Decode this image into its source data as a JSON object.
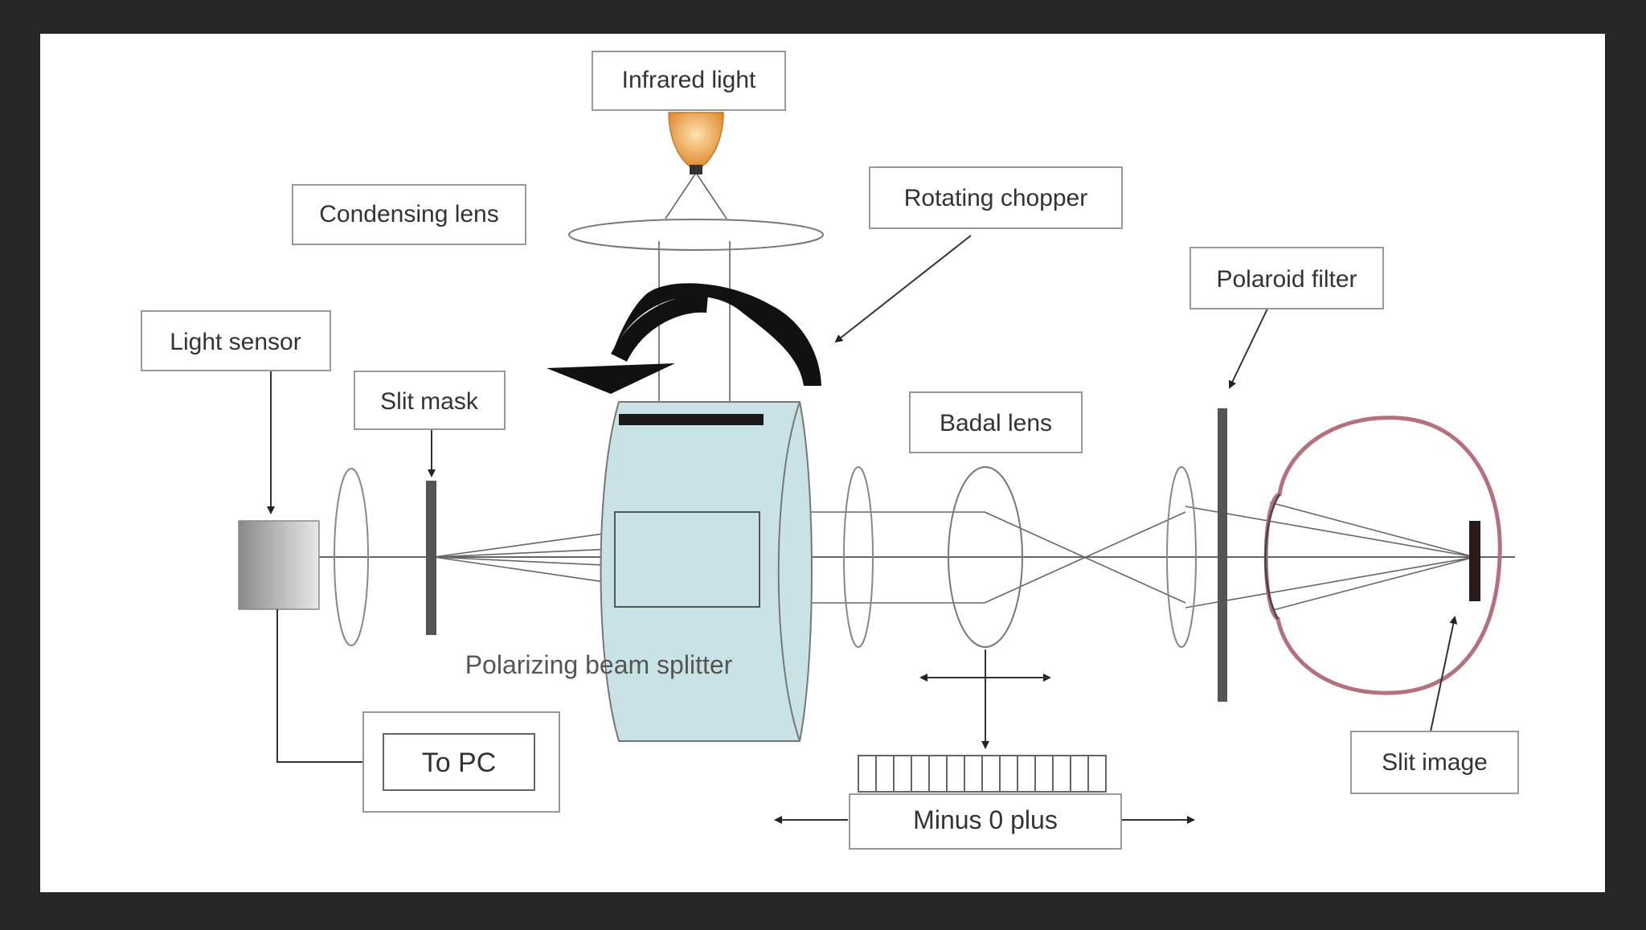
{
  "labels": {
    "infrared_light": "Infrared light",
    "condensing_lens": "Condensing lens",
    "rotating_chopper": "Rotating chopper",
    "polaroid_filter": "Polaroid filter",
    "light_sensor": "Light sensor",
    "slit_mask": "Slit mask",
    "badal_lens": "Badal lens",
    "polarizing_beam_splitter": "Polarizing beam splitter",
    "to_pc": "To PC",
    "minus_0_plus": "Minus 0 plus",
    "slit_image": "Slit image"
  },
  "colors": {
    "frame": "#262626",
    "paper": "#ffffff",
    "line": "#555555",
    "dark": "#1a1a1a",
    "beam_splitter_fill": "#c9e2e6",
    "eye_outline": "#b5707e",
    "bulb": "#f0a64a",
    "sensor": "#9a9a9a"
  }
}
